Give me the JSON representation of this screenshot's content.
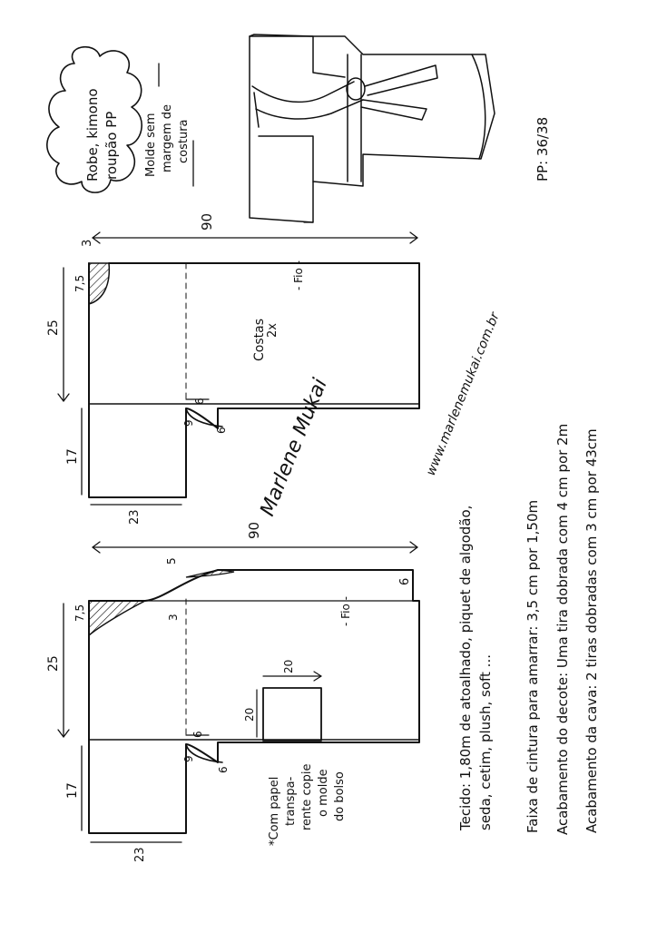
{
  "title_cloud": {
    "line1": "Robe, kimono",
    "line2": "roupão PP"
  },
  "molde_note": {
    "line1": "Molde sem",
    "line2": "margem de",
    "line3": "costura"
  },
  "size_label": "PP: 36/38",
  "back_piece": {
    "length": "90",
    "neck_drop": "3",
    "neck_width": "7,5",
    "body_width": "25",
    "sleeve_width": "17",
    "sleeve_length": "23",
    "underarm_depth": "6",
    "underarm_a": "6",
    "underarm_b": "9",
    "name": "Costas",
    "quantity": "2x",
    "grain": "- Fio -"
  },
  "front_piece": {
    "length": "90",
    "neck_width": "7,5",
    "neck_drop": "5",
    "hem_width": "6",
    "shoulder_drop": "3",
    "body_width": "25",
    "sleeve_width": "17",
    "sleeve_length": "23",
    "underarm_a": "6",
    "underarm_b": "9",
    "underarm_c": "6",
    "grain": "- Fio -",
    "pocket_w": "20",
    "pocket_h": "20"
  },
  "pocket_note": {
    "line1": "*Com papel",
    "line2": "transpa-",
    "line3": "rente copie",
    "line4": "o molde",
    "line5": "do bolso"
  },
  "signature": "Marlene Mukai",
  "website": "www.marlenemukai.com.br",
  "instructions": {
    "line1": "Tecido: 1,80m de atoalhado, piquet de algodão,",
    "line2": "seda, cetim, plush, soft ...",
    "line3": "Faixa de cintura para amarrar: 3,5 cm por 1,50m",
    "line4": "Acabamento do decote: Uma tira dobrada com 4 cm por 2m",
    "line5": "Acabamento da cava: 2 tiras dobradas com 3 cm por 43cm"
  }
}
